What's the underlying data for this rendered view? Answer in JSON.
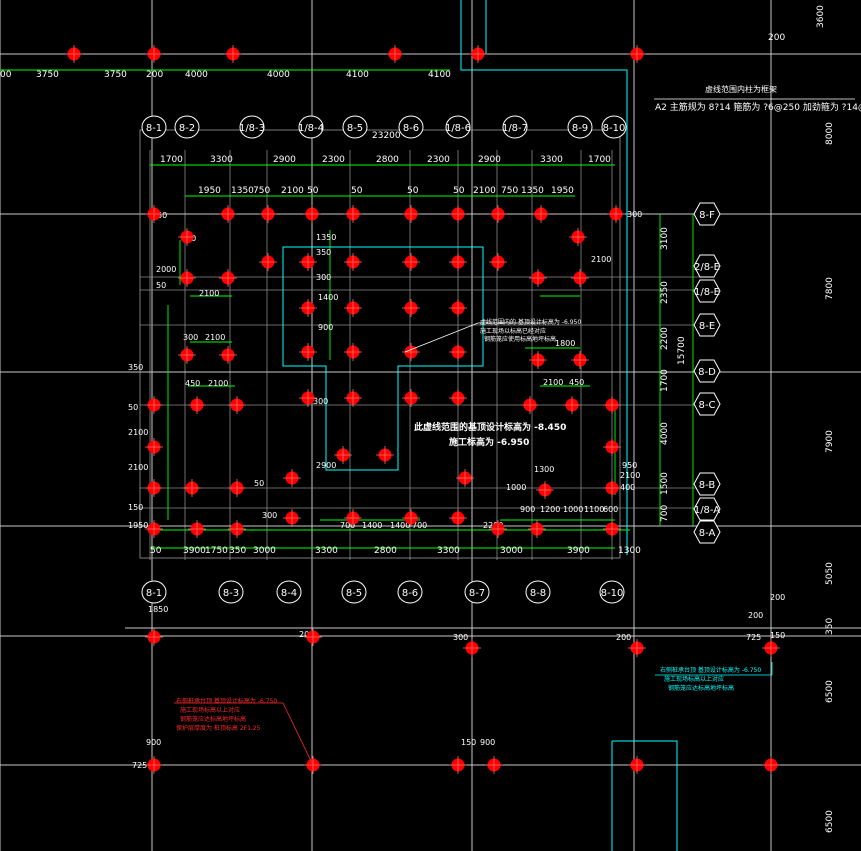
{
  "colors": {
    "bg": "#000000",
    "grid": "#c8c8c8",
    "dim": "#00ff00",
    "pile": "#ff0000",
    "cyan": "#00ffff",
    "text": "#ffffff",
    "note_red": "#ff2a2a"
  },
  "top_dims": [
    "3750",
    "3750",
    "200",
    "4000",
    "4000",
    "4100",
    "4100"
  ],
  "top_left_dim": "00",
  "right_top_dim": "3600",
  "right_top_200": "200",
  "title_note": "虚线范围内柱为框架",
  "rebar_note": "A2 主筋规为 8?14  箍筋为 ?6@250  加劲箍为 ?14@2000",
  "col_labels_top": [
    "8-1",
    "8-2",
    "1/8-3",
    "1/8-4",
    "8-5",
    "8-6",
    "1/8-6",
    "1/8-7",
    "8-9",
    "8-10"
  ],
  "col_labels_bottom": [
    "8-1",
    "8-3",
    "8-4",
    "8-5",
    "8-6",
    "8-7",
    "8-8",
    "8-10"
  ],
  "row_labels": [
    "8-F",
    "2/8-E",
    "1/8-E",
    "8-E",
    "8-D",
    "8-C",
    "8-B",
    "1/8-A",
    "8-A"
  ],
  "dim_total": "23200",
  "dim_row1": [
    "1700",
    "3300",
    "2900",
    "2300",
    "2800",
    "2300",
    "2900",
    "3300",
    "1700"
  ],
  "dim_row2": [
    "1950",
    "1350",
    "750",
    "2100",
    "50",
    "50",
    "50",
    "50",
    "2100",
    "750",
    "1350",
    "1950"
  ],
  "dim_bottom": [
    "50",
    "3900",
    "1750",
    "350",
    "3000",
    "3300",
    "2800",
    "3300",
    "3000",
    "3900",
    "1300"
  ],
  "right_dims": [
    "3100",
    "2350",
    "2200",
    "1700",
    "4000",
    "1500",
    "700"
  ],
  "right_total": "15700",
  "far_right_dims": [
    "8000",
    "7800",
    "7900",
    "5050",
    "350",
    "6500",
    "6500"
  ],
  "center_note_1": "此虚线范围的基顶设计标高为 -8.450",
  "center_note_2": "施工标高为 -6.950",
  "inner_note_a": "虚线范围内的 基顶设计标高为 -6.950",
  "inner_note_b": "施工现场以标高已经对应",
  "inner_note_c": "钢筋笼应使用标高地坪标高",
  "red_note": [
    "右侧桩承台顶 基顶设计标高为 -6.750",
    "施工现场标高以上对应",
    "钢筋笼应达标高地坪标高",
    "保护层厚度为 桩顶标高 2F1.25"
  ],
  "cyan_note": [
    "右侧桩承台顶 基顶设计标高为 -6.750",
    "施工现场标高以上对应",
    "钢筋笼应达标高地坪标高"
  ],
  "small_dims": [
    "150",
    "2000",
    "50",
    "100",
    "2100",
    "300",
    "2100",
    "350",
    "450",
    "2100",
    "50",
    "2100",
    "2100",
    "150",
    "1950",
    "50",
    "300",
    "300",
    "700",
    "1400",
    "1400",
    "700",
    "900",
    "1200",
    "1000",
    "1100",
    "600",
    "1800",
    "300",
    "2100",
    "450",
    "2100",
    "2200",
    "2900",
    "900",
    "1400",
    "300",
    "350",
    "1350",
    "1000",
    "1300",
    "950",
    "2100",
    "400",
    "1850",
    "300",
    "200",
    "725",
    "725",
    "150",
    "900",
    "900",
    "200",
    "200",
    "150",
    "200"
  ]
}
